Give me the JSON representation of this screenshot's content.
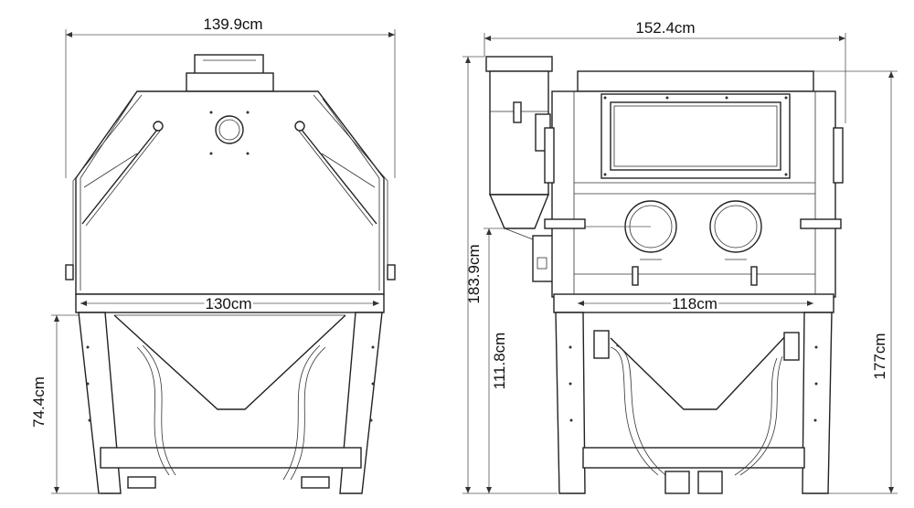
{
  "diagram": {
    "left_view": {
      "width_top": "139.9cm",
      "width_mid": "130cm",
      "leg_height": "74.4cm"
    },
    "right_view": {
      "width_top": "152.4cm",
      "width_mid": "118cm",
      "height_total_left": "183.9cm",
      "height_lower": "111.8cm",
      "height_total_right": "177cm"
    },
    "line_color": "#222222",
    "background": "#ffffff"
  }
}
